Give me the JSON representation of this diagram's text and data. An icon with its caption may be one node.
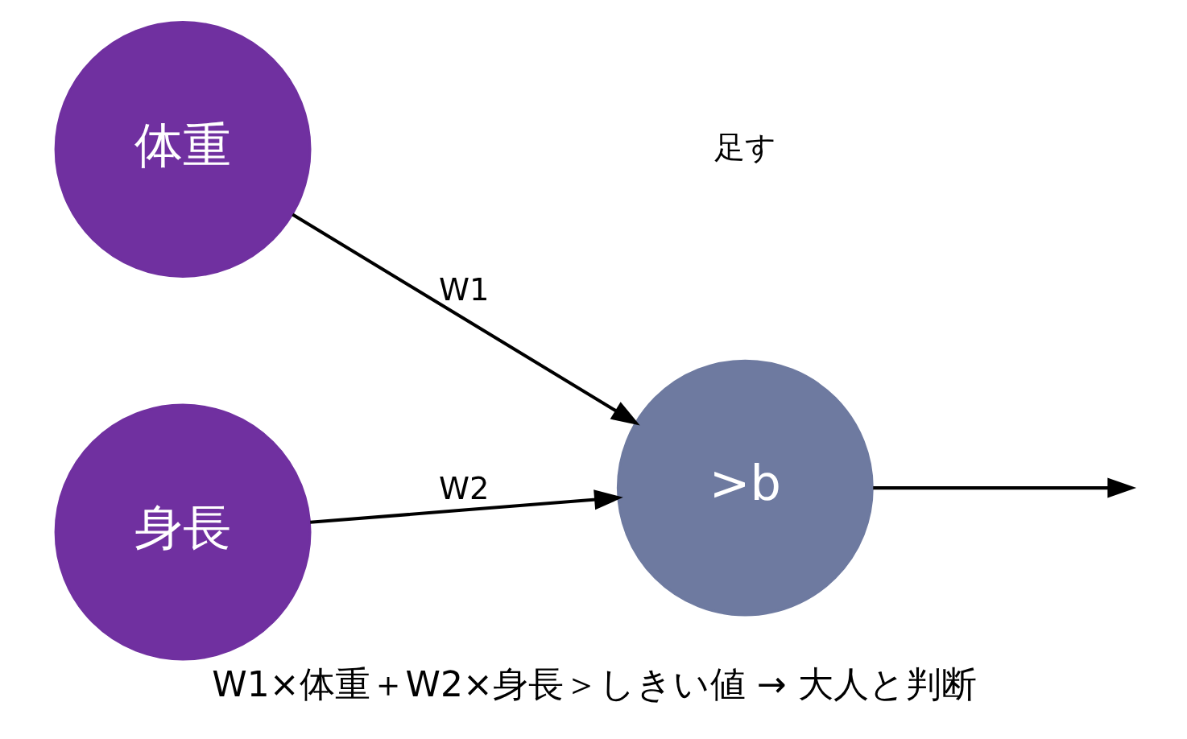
{
  "diagram": {
    "caption": "W1×体重＋W2×身長＞しきい値 → 大人と判断",
    "nodes": [
      {
        "text": [
          "体重"
        ]
      },
      {
        "text": [
          "身長"
        ]
      },
      {
        "text": [
          ">b"
        ]
      }
    ],
    "edges": [
      {
        "from": 0,
        "to": 2,
        "arrow": "to",
        "label": "W1"
      },
      {
        "from": 1,
        "to": 2,
        "arrow": "to",
        "label": "W2"
      },
      {
        "from": 2,
        "to": null,
        "arrow": "to"
      }
    ],
    "labels": [
      "足す"
    ]
  }
}
